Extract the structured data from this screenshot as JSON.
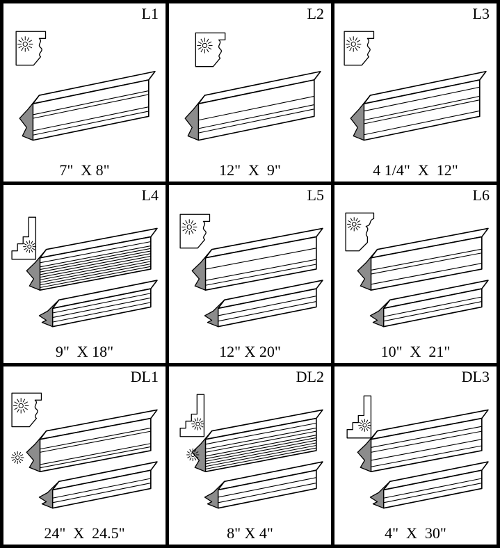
{
  "colors": {
    "shade": "#8c8c8c",
    "line": "#000000"
  },
  "panels": [
    {
      "label": "L1",
      "dimensions": "7\"  X 8\""
    },
    {
      "label": "L2",
      "dimensions": "12\"  X  9\""
    },
    {
      "label": "L3",
      "dimensions": "4 1/4\"  X  12\""
    },
    {
      "label": "L4",
      "dimensions": "9\"  X 18\""
    },
    {
      "label": "L5",
      "dimensions": "12\" X 20\""
    },
    {
      "label": "L6",
      "dimensions": "10\"  X  21\""
    },
    {
      "label": "DL1",
      "dimensions": "24\"  X  24.5\""
    },
    {
      "label": "DL2",
      "dimensions": "8\" X 4\""
    },
    {
      "label": "DL3",
      "dimensions": "4\"  X  30\""
    }
  ]
}
